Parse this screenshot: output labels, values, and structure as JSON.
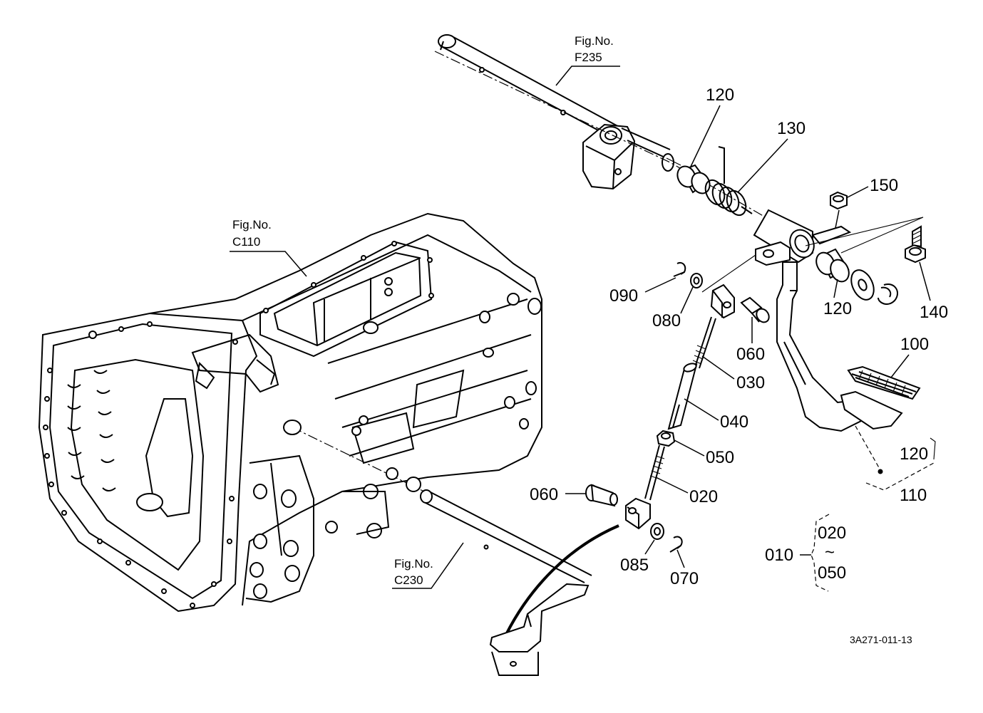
{
  "figure_refs": {
    "f235": {
      "line1": "Fig.No.",
      "line2": "F235"
    },
    "c110": {
      "line1": "Fig.No.",
      "line2": "C110"
    },
    "c230": {
      "line1": "Fig.No.",
      "line2": "C230"
    }
  },
  "callouts": {
    "p120_top": "120",
    "p130": "130",
    "p150": "150",
    "p140": "140",
    "p120_mid": "120",
    "p090": "090",
    "p080": "080",
    "p060_top": "060",
    "p030": "030",
    "p100": "100",
    "p040": "040",
    "p050": "050",
    "p120_right": "120",
    "p110": "110",
    "p060_bottom": "060",
    "p020": "020",
    "p085": "085",
    "p070": "070"
  },
  "assembly_010": {
    "id": "010",
    "range_start": "020",
    "range_mark": "~",
    "range_end": "050"
  },
  "drawing_code": "3A271-011-13"
}
